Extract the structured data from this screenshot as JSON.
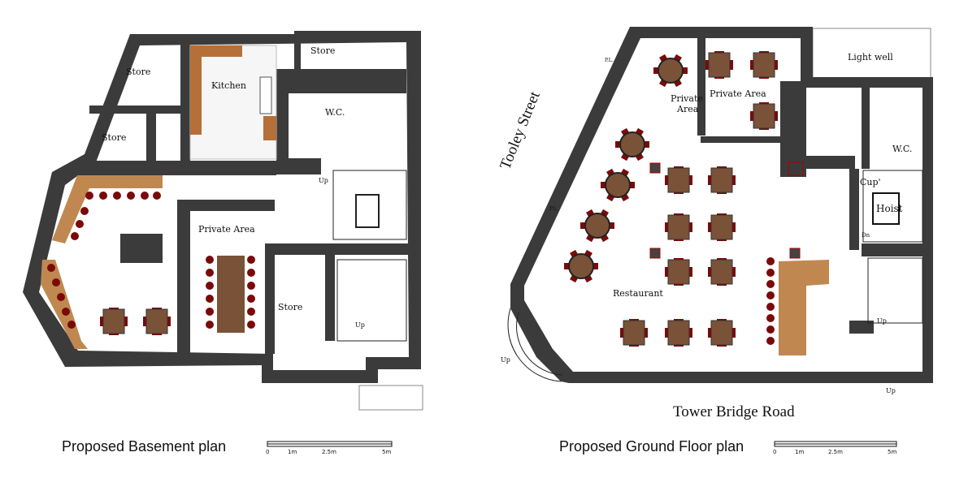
{
  "basement": {
    "caption": "Proposed Basement plan",
    "rooms": {
      "store_top_left": "Store",
      "store_left": "Store",
      "kitchen": "Kitchen",
      "store_top_right": "Store",
      "wc": "W.C.",
      "private_area": "Private Area",
      "store_bottom": "Store",
      "up_stair_top": "Up",
      "up_stair_bottom": "Up"
    },
    "scale": {
      "ticks": [
        "0",
        "1m",
        "2.5m",
        "5m"
      ]
    }
  },
  "ground": {
    "caption": "Proposed Ground Floor plan",
    "streets": {
      "left": "Tooley Street",
      "bottom": "Tower Bridge Road"
    },
    "rooms": {
      "light_well": "Light well",
      "private_area_1": "Private",
      "private_area_1b": "Area",
      "private_area_2": "Private Area",
      "wc": "W.C.",
      "cup": "Cup'",
      "hoist": "Hoist",
      "dn": "Dn",
      "restaurant": "Restaurant",
      "pl_top": "P.L.",
      "pl_left": "P.L.",
      "up_left": "Up",
      "up_stair": "Up",
      "up_bottom": "Up"
    },
    "scale": {
      "ticks": [
        "0",
        "1m",
        "2.5m",
        "5m"
      ]
    }
  },
  "colors": {
    "wall": "#3b3b3b",
    "table": "#7a5238",
    "chair": "#7a0a0a",
    "bench": "#c08850"
  }
}
